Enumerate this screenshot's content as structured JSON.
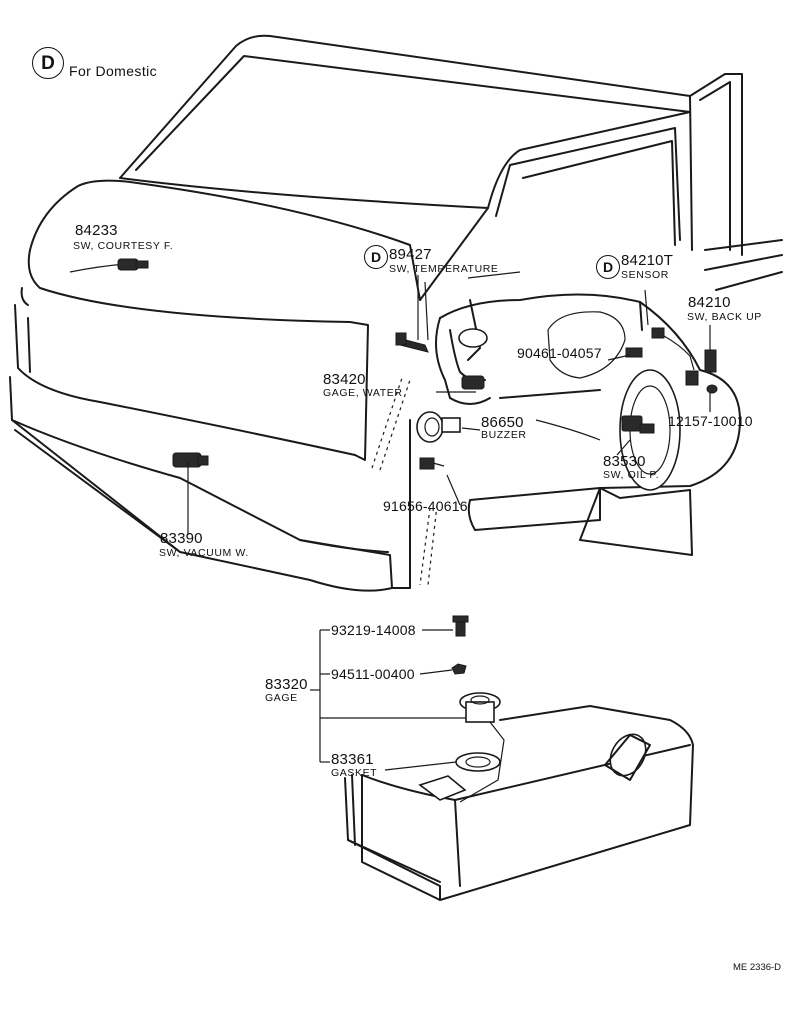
{
  "legend": {
    "symbol": "D",
    "text": "For Domestic"
  },
  "parts": [
    {
      "number": "84233",
      "name": "SW, COURTESY F."
    },
    {
      "number": "89427",
      "name": "SW, TEMPERATURE",
      "mark": "D"
    },
    {
      "number": "84210T",
      "name": "SENSOR",
      "mark": "D"
    },
    {
      "number": "84210",
      "name": "SW, BACK UP"
    },
    {
      "number": "90461-04057"
    },
    {
      "number": "83420",
      "name": "GAGE, WATER"
    },
    {
      "number": "86650",
      "name": "BUZZER"
    },
    {
      "number": "12157-10010"
    },
    {
      "number": "83530",
      "name": "SW, OIL P."
    },
    {
      "number": "91656-40616"
    },
    {
      "number": "83390",
      "name": "SW, VACUUM W."
    },
    {
      "number": "93219-14008"
    },
    {
      "number": "94511-00400"
    },
    {
      "number": "83320",
      "name": "GAGE"
    },
    {
      "number": "83361",
      "name": "GASKET"
    }
  ],
  "drawing_code": "ME 2336-D"
}
